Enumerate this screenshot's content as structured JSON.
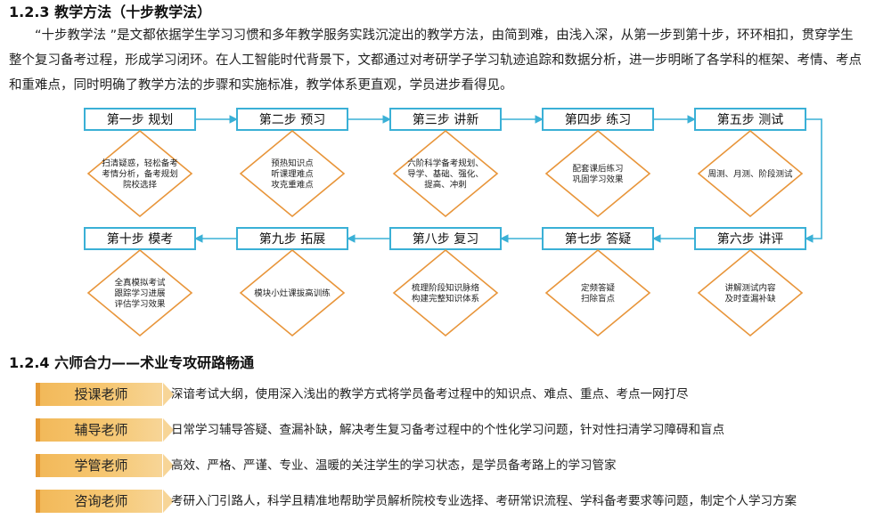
{
  "section1": {
    "title": "1.2.3 教学方法（十步教学法）",
    "paragraph": "“十步教学法 ”是文都依据学生学习习惯和多年教学服务实践沉淀出的教学方法，由简到难，由浅入深，从第一步到第十步，环环相扣，贯穿学生整个复习备考过程，形成学习闭环。在人工智能时代背景下，文都通过对考研学子学习轨迹追踪和数据分析，进一步明晰了各学科的框架、考情、考点和重难点，同时明确了教学方法的步骤和实施标准，教学体系更直观，学员进步看得见。"
  },
  "flow": {
    "row1": [
      {
        "label": "第一步 规划",
        "desc": [
          "扫清疑惑，轻松备考",
          "考情分析，备考规划",
          "院校选择"
        ]
      },
      {
        "label": "第二步 预习",
        "desc": [
          "预热知识点",
          "听课理难点",
          "攻克重难点"
        ]
      },
      {
        "label": "第三步 讲新",
        "desc": [
          "六阶科学备考规划、",
          "导学、基础、强化、",
          "提高、冲刺"
        ]
      },
      {
        "label": "第四步 练习",
        "desc": [
          "配套课后练习",
          "巩固学习效果"
        ]
      },
      {
        "label": "第五步 测试",
        "desc": [
          "周测、月测、阶段测试"
        ]
      }
    ],
    "row2": [
      {
        "label": "第十步 模考",
        "desc": [
          "全真模拟考试",
          "跟踪学习进展",
          "评估学习效果"
        ]
      },
      {
        "label": "第九步 拓展",
        "desc": [
          "模块小灶课拔高训练"
        ]
      },
      {
        "label": "第八步 复习",
        "desc": [
          "梳理阶段知识脉络",
          "构建完整知识体系"
        ]
      },
      {
        "label": "第七步 答疑",
        "desc": [
          "定频答疑",
          "扫除盲点"
        ]
      },
      {
        "label": "第六步 讲评",
        "desc": [
          "讲解测试内容",
          "及时查漏补缺"
        ]
      }
    ]
  },
  "section2": {
    "title": "1.2.4 六师合力——术业专攻研路畅通"
  },
  "roles": [
    {
      "tag": "授课老师",
      "desc": "深谙考试大纲，使用深入浅出的教学方式将学员备考过程中的知识点、难点、重点、考点一网打尽"
    },
    {
      "tag": "辅导老师",
      "desc": "日常学习辅导答疑、查漏补缺，解决考生复习备考过程中的个性化学习问题，针对性扫清学习障碍和盲点"
    },
    {
      "tag": "学管老师",
      "desc": "高效、严格、严谨、专业、温暖的关注学生的学习状态，是学员备考路上的学习管家"
    },
    {
      "tag": "咨询老师",
      "desc": "考研入门引路人，科学且精准地帮助学员解析院校专业选择、考研常识流程、学科备考要求等问题，制定个人学习方案"
    }
  ],
  "colors": {
    "box_border": "#3ab0d6",
    "diamond_border": "#e8953a",
    "tag_fill": "#f6c772",
    "tag_accent": "#e69a34"
  }
}
